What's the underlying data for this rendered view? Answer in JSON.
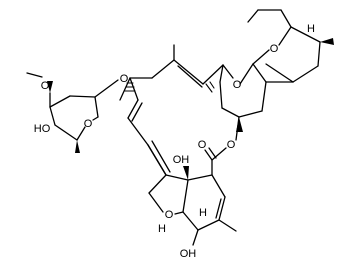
{
  "structure": {
    "type": "skeletal chemical structure (16-membered macrolide with spiroketal and sugar)",
    "atom_labels": {
      "o_methoxy": "O",
      "ho_sugar": "HO",
      "o_sugar_ring": "O",
      "o_glycosidic": "O",
      "o_spiro_1": "O",
      "o_spiro_2": "O",
      "h_spiro": "H",
      "o_ester_carbonyl": "O",
      "o_ester_ring": "O",
      "oh_tertiary": "OH",
      "h_fused_1": "H",
      "o_furan": "O",
      "h_fused_2": "H",
      "oh_lower": "OH"
    }
  }
}
